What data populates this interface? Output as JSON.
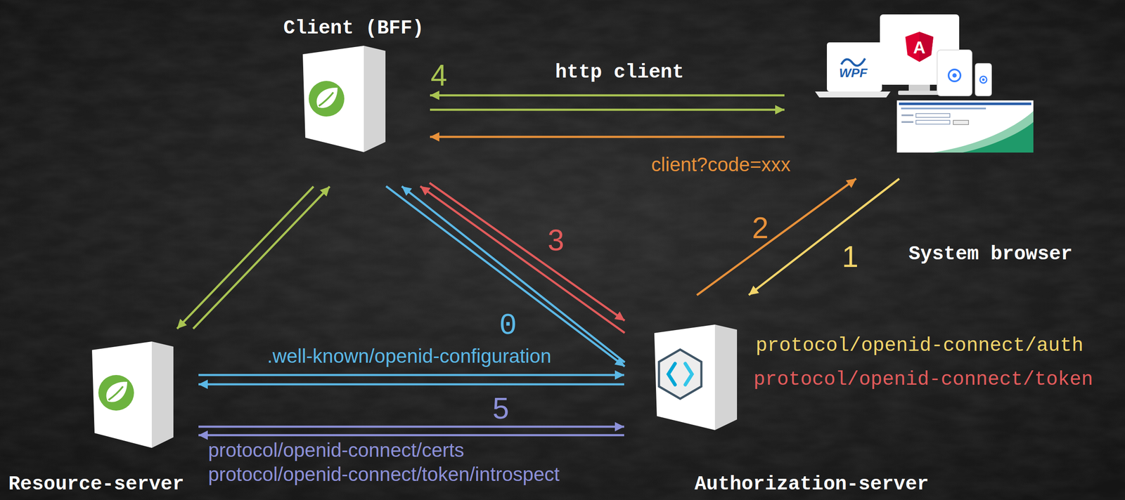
{
  "diagram": {
    "nodes": [
      {
        "text": [
          "Client (BFF)"
        ]
      },
      {
        "text": [
          "WPF",
          "A"
        ]
      },
      {
        "text": [
          "Resource-server"
        ]
      },
      {
        "text": [
          "Authorization-server"
        ]
      }
    ],
    "edges": [
      {
        "from": 1,
        "to": 0,
        "arrow": "to",
        "label": "http client"
      },
      {
        "from": 0,
        "to": 1,
        "arrow": "to"
      },
      {
        "from": 1,
        "to": 0,
        "arrow": "to",
        "label": "client?code=xxx"
      },
      {
        "from": 0,
        "to": 2,
        "arrow": "to"
      },
      {
        "from": 2,
        "to": 0,
        "arrow": "to"
      },
      {
        "from": 0,
        "to": 3,
        "arrow": "to"
      },
      {
        "from": 3,
        "to": 0,
        "arrow": "to"
      },
      {
        "from": 0,
        "to": 3,
        "arrow": "to"
      },
      {
        "from": 3,
        "to": 0,
        "arrow": "to"
      },
      {
        "from": 3,
        "to": 1,
        "arrow": "to"
      },
      {
        "from": 1,
        "to": 3,
        "arrow": "to"
      },
      {
        "from": 2,
        "to": 3,
        "arrow": "to",
        "label": ".well-known/openid-configuration"
      },
      {
        "from": 3,
        "to": 2,
        "arrow": "to"
      },
      {
        "from": 2,
        "to": 3,
        "arrow": "to"
      },
      {
        "from": 3,
        "to": 2,
        "arrow": "to"
      }
    ],
    "labels": [
      "4",
      "2",
      "1",
      "System browser",
      "3",
      "0",
      "protocol/openid-connect/auth",
      "protocol/openid-connect/token",
      "5",
      "protocol/openid-connect/certs",
      "protocol/openid-connect/token/introspect"
    ]
  }
}
